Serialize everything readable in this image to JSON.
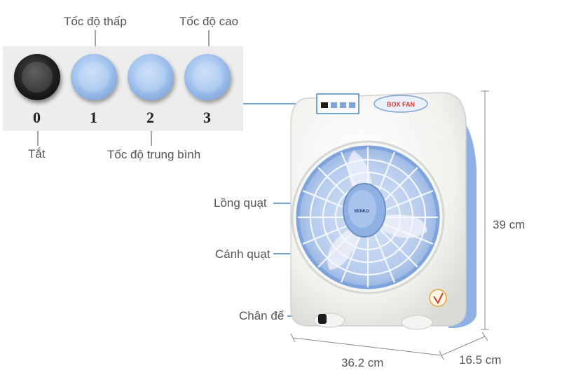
{
  "switch_panel": {
    "knobs": [
      {
        "number": "0",
        "color": "#111111",
        "icon": "knob-off"
      },
      {
        "number": "1",
        "color": "#a6c6ef",
        "icon": "knob-speed"
      },
      {
        "number": "2",
        "color": "#a6c6ef",
        "icon": "knob-speed"
      },
      {
        "number": "3",
        "color": "#a6c6ef",
        "icon": "knob-speed"
      }
    ]
  },
  "labels": {
    "low_speed": "Tốc độ thấp",
    "high_speed": "Tốc độ cao",
    "off": "Tắt",
    "medium_speed": "Tốc độ trung bình",
    "fan_guard": "Lồng quạt",
    "fan_blade": "Cánh quạt",
    "base": "Chân đế"
  },
  "dimensions": {
    "height": "39 cm",
    "width": "36.2 cm",
    "depth": "16.5 cm"
  },
  "fan": {
    "brand_badge": "BOX FAN",
    "center_logo": "SENKO",
    "body_color": "#f4f5f2",
    "accent_color": "#7fa3dc"
  }
}
